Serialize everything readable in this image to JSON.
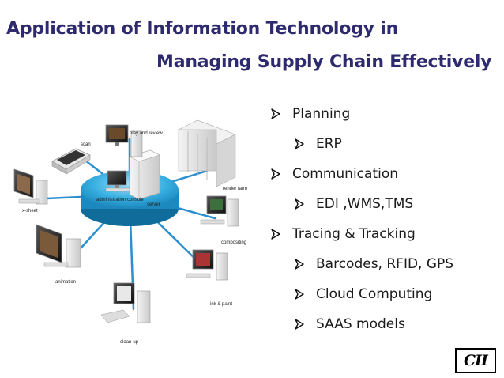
{
  "title": {
    "line1": "Application of Information Technology in",
    "line2": "Managing Supply Chain Effectively"
  },
  "bullets": [
    {
      "text": "Planning",
      "level": 1
    },
    {
      "text": "ERP",
      "level": 2
    },
    {
      "text": "Communication",
      "level": 1
    },
    {
      "text": "EDI ,WMS,TMS",
      "level": 2
    },
    {
      "text": "Tracing & Tracking",
      "level": 1
    },
    {
      "text": "Barcodes, RFID, GPS",
      "level": 2
    },
    {
      "text": "Cloud Computing",
      "level": 2
    },
    {
      "text": "SAAS models",
      "level": 2
    }
  ],
  "diagram": {
    "hub_labels": [
      "administration console",
      "server"
    ],
    "nodes": [
      "scan",
      "play and review",
      "render farm",
      "x-sheet",
      "compositing",
      "animation",
      "ink & paint",
      "clean-up"
    ]
  },
  "logo": "CII",
  "colors": {
    "title": "#2e2a6e",
    "hub": "#2fa6d9",
    "link": "#2c8fd0"
  },
  "icons": {
    "bullet": "arrow-bullet-icon"
  }
}
